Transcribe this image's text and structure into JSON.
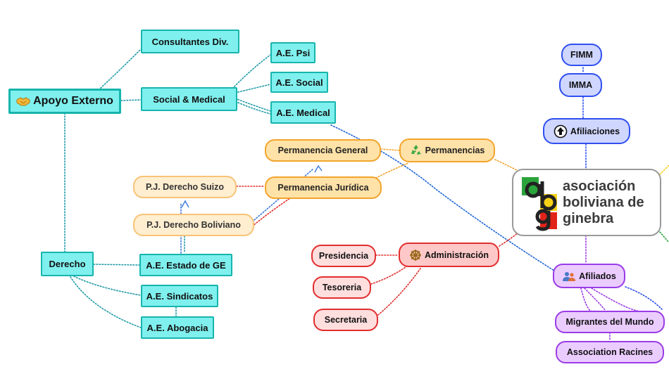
{
  "colors": {
    "cyan_fill": "#7ff0ee",
    "cyan_border": "#16b5ad",
    "orange_fill": "#ffe2a8",
    "orange_border": "#f2a42c",
    "red_fill": "#ffdede",
    "red_border": "#e22e2e",
    "blue_fill": "#cfd6ff",
    "blue_border": "#2f4ff0",
    "purple_fill": "#ebccff",
    "purple_border": "#9a3ce6",
    "logo_green": "#2aa43a",
    "logo_red": "#e2231a",
    "logo_yellow": "#f7d116"
  },
  "center": {
    "logo_lines": [
      "asociación",
      "boliviana de",
      "ginebra"
    ],
    "logo_icon": "abg-flag-logo"
  },
  "apoyo": {
    "root": {
      "label": "Apoyo Externo",
      "icon": "handshake-icon"
    },
    "consultantes": "Consultantes Div.",
    "social_medical": "Social & Medical",
    "ae_psi": "A.E. Psi",
    "ae_social": "A.E. Social",
    "ae_medical": "A.E. Medical"
  },
  "derecho": {
    "root": "Derecho",
    "ae_estado": "A.E. Estado de GE",
    "ae_sindicatos": "A.E. Sindicatos",
    "ae_abogacia": "A.E. Abogacia"
  },
  "permanencias": {
    "root": {
      "label": "Permanencias",
      "icon": "recycle-icon"
    },
    "general": "Permanencia General",
    "juridica": "Permanencia Jurídica",
    "pj_suizo": "P.J. Derecho Suizo",
    "pj_boliviano": "P.J. Derecho Boliviano"
  },
  "administracion": {
    "root": {
      "label": "Administración",
      "icon": "wheel-icon"
    },
    "presidencia": "Presidencia",
    "tesoreria": "Tesoreria",
    "secretaria": "Secretaria"
  },
  "afiliaciones": {
    "root": {
      "label": "Afiliaciones",
      "icon": "up-arrow-icon"
    },
    "fimm": "FIMM",
    "imma": "IMMA"
  },
  "afiliados": {
    "root": {
      "label": "Afiliados",
      "icon": "people-icon"
    },
    "migrantes": "Migrantes del Mundo",
    "racines": "Association Racines"
  }
}
